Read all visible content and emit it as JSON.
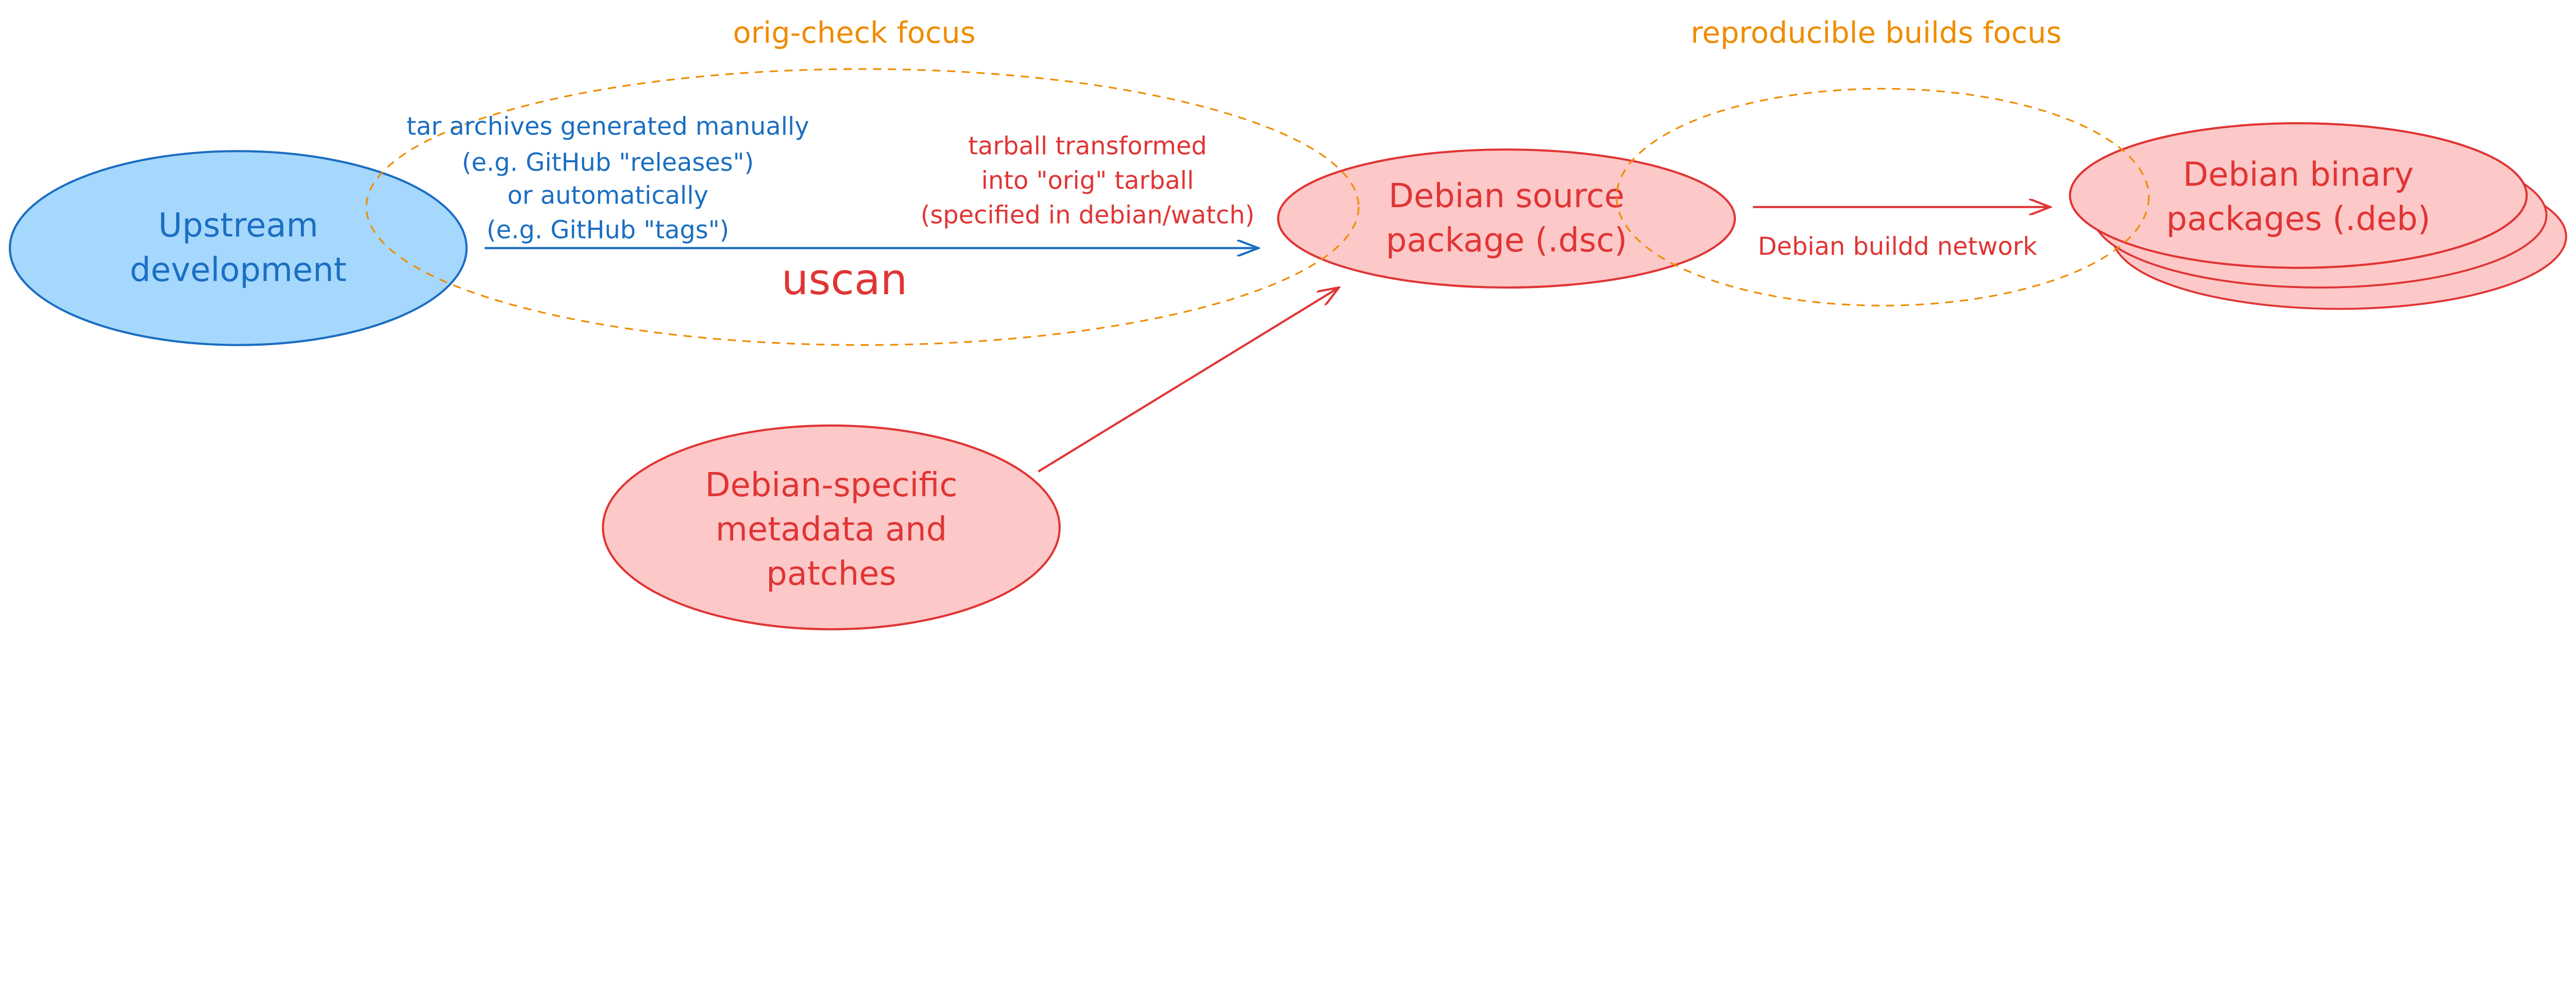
{
  "colors": {
    "upstream_fill": "#a6d8fd",
    "upstream_stroke": "#1b6ec2",
    "debian_fill": "#fdc8c8",
    "debian_stroke": "#e03535",
    "focus_stroke": "#ef8c00"
  },
  "focus_areas": {
    "orig_check": "orig-check focus",
    "reproducible": "reproducible builds focus"
  },
  "nodes": {
    "upstream": [
      "Upstream",
      "development"
    ],
    "source": [
      "Debian source",
      "package (.dsc)"
    ],
    "binary": [
      "Debian binary",
      "packages (.deb)"
    ],
    "metadata": [
      "Debian-specific",
      "metadata and",
      "patches"
    ]
  },
  "edges": {
    "upstream_to_source": {
      "label_lines": [
        "tar archives generated manually",
        "(e.g. GitHub \"releases\")",
        "or automatically",
        "(e.g. GitHub \"tags\")"
      ],
      "transform_lines": [
        "tarball transformed",
        "into \"orig\" tarball",
        "(specified in debian/watch)"
      ],
      "tool": "uscan"
    },
    "source_to_binary": {
      "label": "Debian buildd network"
    }
  }
}
